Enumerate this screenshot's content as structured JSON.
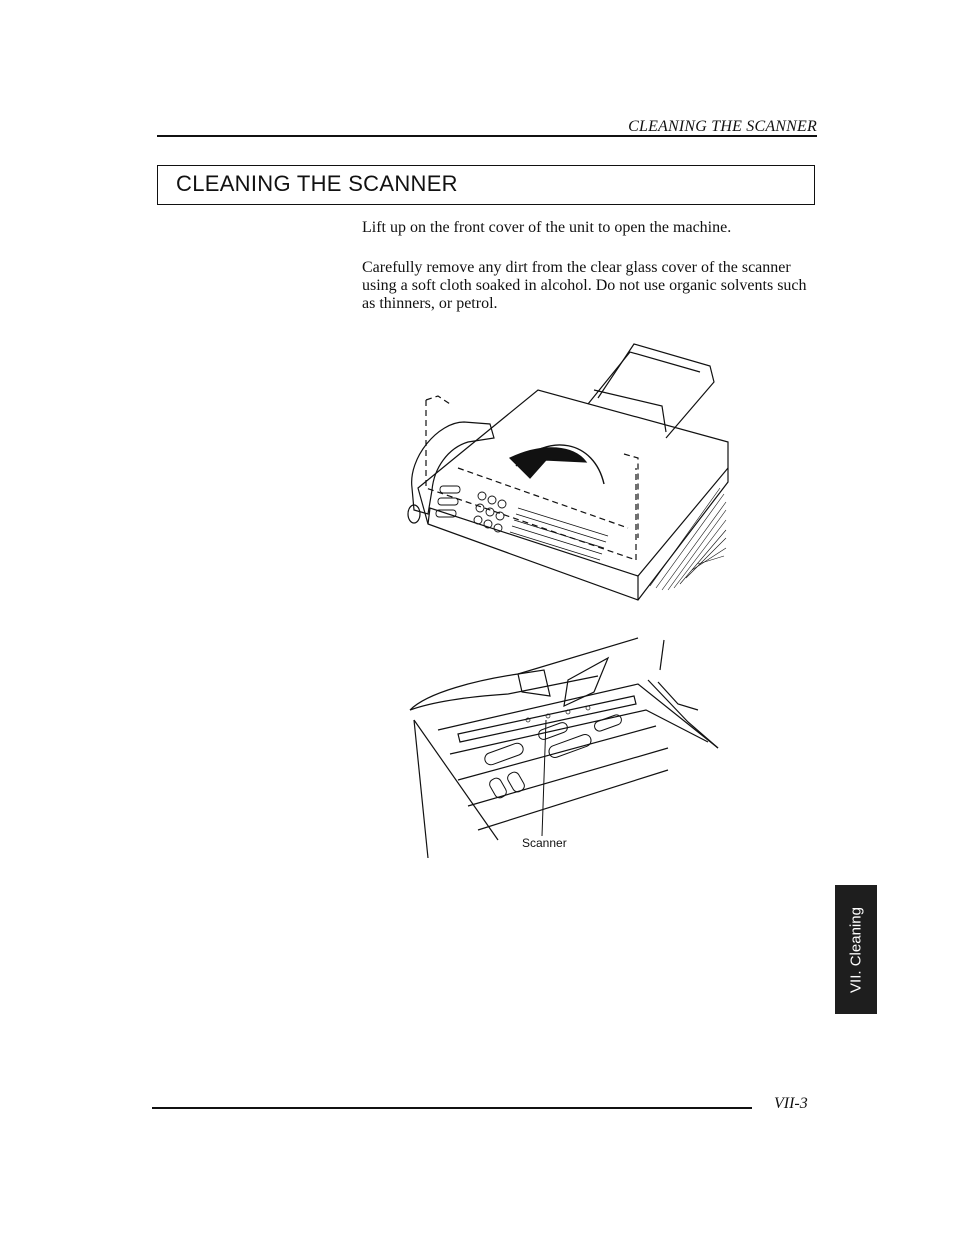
{
  "header": {
    "running_title": "CLEANING THE SCANNER"
  },
  "section": {
    "title": "CLEANING THE SCANNER"
  },
  "body": {
    "paragraphs": [
      "Lift up on the front cover of the unit to open the machine.",
      "Carefully remove any dirt from the clear glass cover of the scanner using a soft cloth soaked in alcohol. Do not use organic solvents such as thinners, or petrol."
    ]
  },
  "figures": {
    "scanner_label": "Scanner"
  },
  "side_tab": {
    "label": "VII. Cleaning",
    "background": "#1e1e1e"
  },
  "footer": {
    "page_number": "VII-3"
  }
}
